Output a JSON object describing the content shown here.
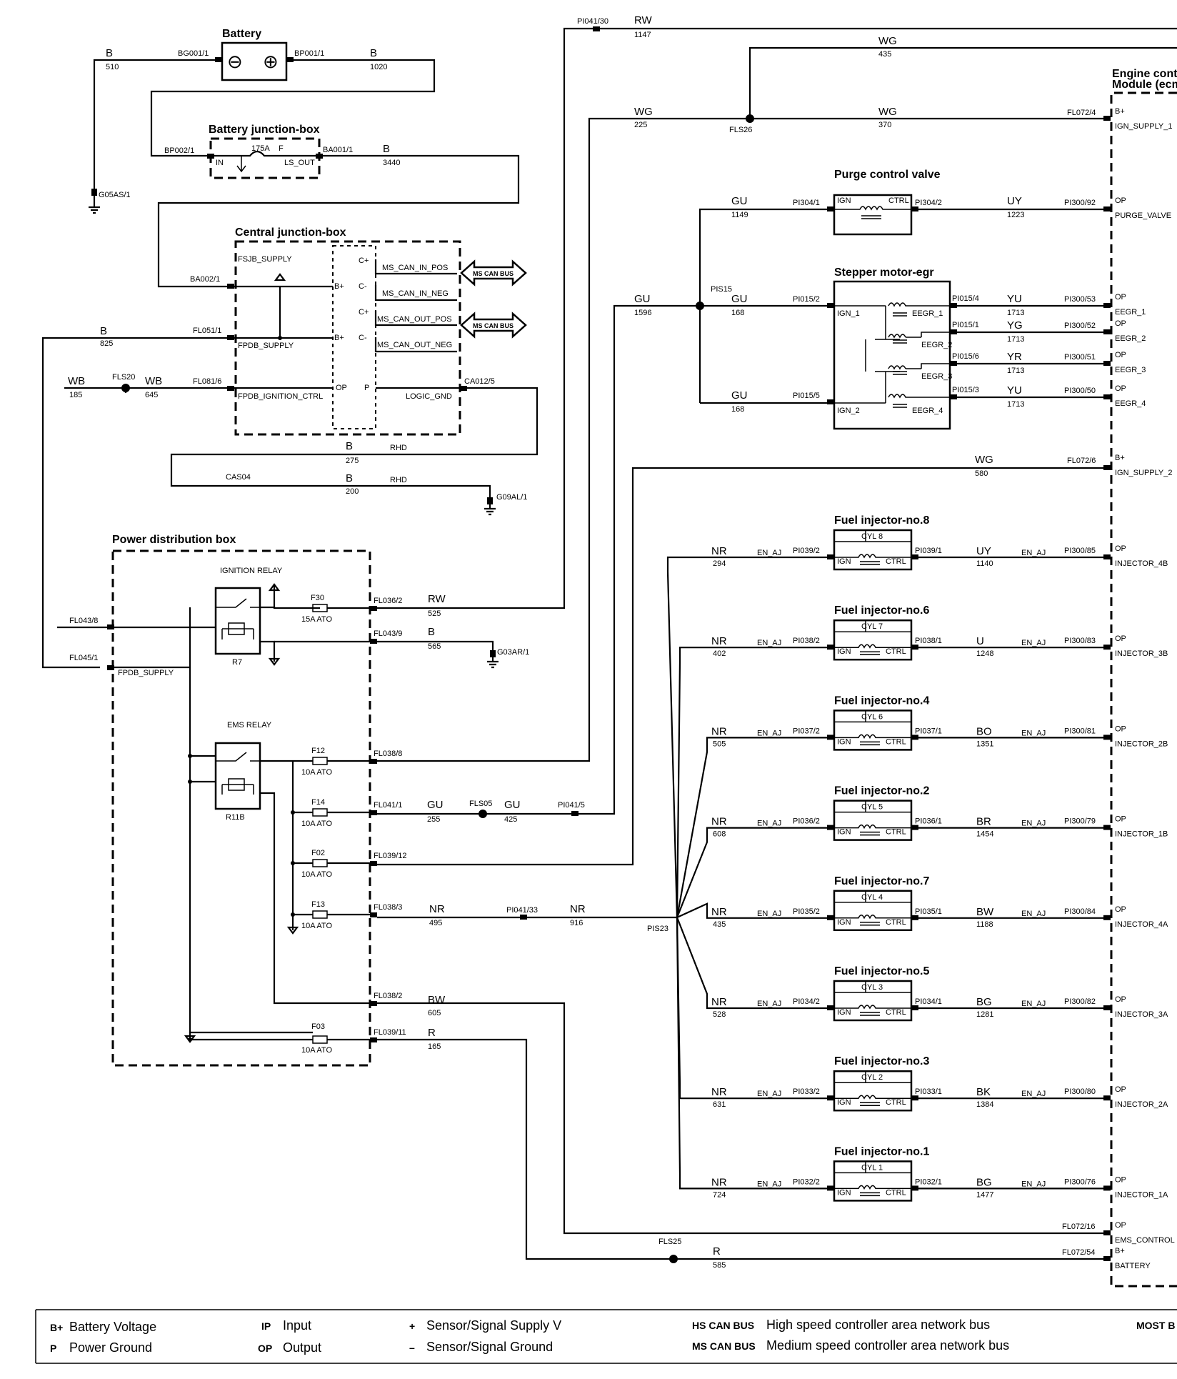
{
  "battery": {
    "title": "Battery",
    "left_color": "B",
    "left_id": "510",
    "left_conn": "BG001/1",
    "right_conn": "BP001/1",
    "right_color": "B",
    "right_id": "1020",
    "ground": "G05AS/1"
  },
  "bjb": {
    "title": "Battery junction-box",
    "in_conn": "BP002/1",
    "in_pin": "IN",
    "fuse": "175A",
    "fuse_f": "F",
    "out_pin": "LS_OUT",
    "out_conn": "BA001/1",
    "out_color": "B",
    "out_id": "3440"
  },
  "cjb": {
    "title": "Central junction-box",
    "fsjb": "FSJB_SUPPLY",
    "ba002": "BA002/1",
    "fpdb": "FPDB_SUPPLY",
    "fl051": "FL051/1",
    "b825": "B",
    "id825": "825",
    "wb": "WB",
    "id185": "185",
    "fls20": "FLS20",
    "wb645": "WB",
    "id645": "645",
    "fl081": "FL081/6",
    "ign_ctrl": "FPDB_IGNITION_CTRL",
    "op": "OP",
    "p": "P",
    "logic_gnd": "LOGIC_GND",
    "ca012": "CA012/5",
    "bplus1": "B+",
    "bplus2": "B+",
    "cplus1": "C+",
    "cminus1": "C-",
    "cplus2": "C+",
    "cminus2": "C-",
    "can_in_pos": "MS_CAN_IN_POS",
    "can_in_neg": "MS_CAN_IN_NEG",
    "can_out_pos": "MS_CAN_OUT_POS",
    "can_out_neg": "MS_CAN_OUT_NEG",
    "can_bus": "MS CAN BUS",
    "b275": "B",
    "id275": "275",
    "rhd1": "RHD",
    "cas04": "CAS04",
    "b200": "B",
    "id200": "200",
    "rhd2": "RHD",
    "ground": "G09AL/1"
  },
  "pdb": {
    "title": "Power distribution box",
    "ign_relay": "IGNITION RELAY",
    "r7": "R7",
    "ems_relay": "EMS RELAY",
    "r11b": "R11B",
    "fl043_8": "FL043/8",
    "fl045_1": "FL045/1",
    "fpdb_supply": "FPDB_SUPPLY",
    "f30": "F30",
    "f30r": "15A ATO",
    "fl036_2": "FL036/2",
    "rw": "RW",
    "id525": "525",
    "fl043_9": "FL043/9",
    "b565": "B",
    "id565": "565",
    "g03ar": "G03AR/1",
    "f12": "F12",
    "f12r": "10A ATO",
    "fl038_8": "FL038/8",
    "f14": "F14",
    "f14r": "10A ATO",
    "fl041_1": "FL041/1",
    "gu255": "GU",
    "id255": "255",
    "fls05": "FLS05",
    "gu425": "GU",
    "id425": "425",
    "pi041_5": "PI041/5",
    "f02": "F02",
    "f02r": "10A ATO",
    "fl039_12": "FL039/12",
    "f13": "F13",
    "f13r": "10A ATO",
    "fl038_3": "FL038/3",
    "nr495": "NR",
    "id495": "495",
    "pi041_33": "PI041/33",
    "nr916": "NR",
    "id916": "916",
    "pis23": "PIS23",
    "fl038_2": "FL038/2",
    "bw605": "BW",
    "id605": "605",
    "f03": "F03",
    "f03r": "10A ATO",
    "fl039_11": "FL039/11",
    "r165": "R",
    "id165": "165"
  },
  "top": {
    "pi041_30": "PI041/30",
    "rw": "RW",
    "id1147": "1147",
    "wg435": "WG",
    "id435": "435",
    "wg225": "WG",
    "id225": "225",
    "fls26": "FLS26",
    "wg370": "WG",
    "id370": "370",
    "fl072_4": "FL072/4"
  },
  "ecm": {
    "title1": "Engine cont",
    "title2": "Module (ecm",
    "bplus": "B+",
    "ign1": "IGN_SUPPLY_1",
    "op_purge": "OP",
    "purge": "PURGE_VALVE",
    "ign2": "IGN_SUPPLY_2",
    "op": "OP",
    "ems_ctrl": "EMS_CONTROL",
    "battery": "BATTERY"
  },
  "purge": {
    "title": "Purge control valve",
    "ign": "IGN",
    "ctrl": "CTRL",
    "pi304_1": "PI304/1",
    "pi304_2": "PI304/2",
    "gu": "GU",
    "id1149": "1149",
    "uy": "UY",
    "id1223": "1223",
    "pi300_92": "PI300/92"
  },
  "stepper": {
    "title": "Stepper motor-egr",
    "pis15": "PIS15",
    "gu1596": "GU",
    "id1596": "1596",
    "gu168a": "GU",
    "id168a": "168",
    "pi015_2": "PI015/2",
    "ign1": "IGN_1",
    "gu168b": "GU",
    "id168b": "168",
    "pi015_5": "PI015/5",
    "ign2": "IGN_2",
    "eegr1": "EEGR_1",
    "eegr2": "EEGR_2",
    "eegr3": "EEGR_3",
    "eegr4": "EEGR_4",
    "pins": [
      {
        "pi": "PI015/4",
        "c": "YU",
        "id": "1713",
        "ecm": "PI300/53",
        "ep": "EEGR_1"
      },
      {
        "pi": "PI015/1",
        "c": "YG",
        "id": "1713",
        "ecm": "PI300/52",
        "ep": "EEGR_2"
      },
      {
        "pi": "PI015/6",
        "c": "YR",
        "id": "1713",
        "ecm": "PI300/51",
        "ep": "EEGR_3"
      },
      {
        "pi": "PI015/3",
        "c": "YU",
        "id": "1713",
        "ecm": "PI300/50",
        "ep": "EEGR_4"
      }
    ]
  },
  "ign_supply2": {
    "wg": "WG",
    "id": "580",
    "fl072_6": "FL072/6"
  },
  "injectors": [
    {
      "title": "Fuel injector-no.8",
      "cyl": "CYL 8",
      "nr": "NR",
      "nid": "294",
      "en": "EN_AJ",
      "pin_in": "PI039/2",
      "pin_out": "PI039/1",
      "oc": "UY",
      "oid": "1140",
      "en2": "EN_AJ",
      "ecm": "PI300/85",
      "ep": "INJECTOR_4B"
    },
    {
      "title": "Fuel injector-no.6",
      "cyl": "CYL 7",
      "nr": "NR",
      "nid": "402",
      "en": "EN_AJ",
      "pin_in": "PI038/2",
      "pin_out": "PI038/1",
      "oc": "U",
      "oid": "1248",
      "en2": "EN_AJ",
      "ecm": "PI300/83",
      "ep": "INJECTOR_3B"
    },
    {
      "title": "Fuel injector-no.4",
      "cyl": "CYL 6",
      "nr": "NR",
      "nid": "505",
      "en": "EN_AJ",
      "pin_in": "PI037/2",
      "pin_out": "PI037/1",
      "oc": "BO",
      "oid": "1351",
      "en2": "EN_AJ",
      "ecm": "PI300/81",
      "ep": "INJECTOR_2B"
    },
    {
      "title": "Fuel injector-no.2",
      "cyl": "CYL 5",
      "nr": "NR",
      "nid": "608",
      "en": "EN_AJ",
      "pin_in": "PI036/2",
      "pin_out": "PI036/1",
      "oc": "BR",
      "oid": "1454",
      "en2": "EN_AJ",
      "ecm": "PI300/79",
      "ep": "INJECTOR_1B"
    },
    {
      "title": "Fuel injector-no.7",
      "cyl": "CYL 4",
      "nr": "NR",
      "nid": "435",
      "en": "EN_AJ",
      "pin_in": "PI035/2",
      "pin_out": "PI035/1",
      "oc": "BW",
      "oid": "1188",
      "en2": "EN_AJ",
      "ecm": "PI300/84",
      "ep": "INJECTOR_4A"
    },
    {
      "title": "Fuel injector-no.5",
      "cyl": "CYL 3",
      "nr": "NR",
      "nid": "528",
      "en": "EN_AJ",
      "pin_in": "PI034/2",
      "pin_out": "PI034/1",
      "oc": "BG",
      "oid": "1281",
      "en2": "EN_AJ",
      "ecm": "PI300/82",
      "ep": "INJECTOR_3A"
    },
    {
      "title": "Fuel injector-no.3",
      "cyl": "CYL 2",
      "nr": "NR",
      "nid": "631",
      "en": "EN_AJ",
      "pin_in": "PI033/2",
      "pin_out": "PI033/1",
      "oc": "BK",
      "oid": "1384",
      "en2": "EN_AJ",
      "ecm": "PI300/80",
      "ep": "INJECTOR_2A"
    },
    {
      "title": "Fuel injector-no.1",
      "cyl": "CYL 1",
      "nr": "NR",
      "nid": "724",
      "en": "EN_AJ",
      "pin_in": "PI032/2",
      "pin_out": "PI032/1",
      "oc": "BG",
      "oid": "1477",
      "en2": "EN_AJ",
      "ecm": "PI300/76",
      "ep": "INJECTOR_1A"
    }
  ],
  "inj_labels": {
    "ign": "IGN",
    "ctrl": "CTRL"
  },
  "bottom": {
    "fl072_16": "FL072/16",
    "op": "OP",
    "ems_ctrl": "EMS_CONTROL",
    "fls25": "FLS25",
    "r": "R",
    "id585": "585",
    "fl072_54": "FL072/54",
    "bplus": "B+",
    "battery": "BATTERY"
  },
  "legend": {
    "bplus_k": "B+",
    "bplus_v": "Battery Voltage",
    "p_k": "P",
    "p_v": "Power Ground",
    "ip_k": "IP",
    "ip_v": "Input",
    "op_k": "OP",
    "op_v": "Output",
    "plus_k": "+",
    "plus_v": "Sensor/Signal Supply V",
    "minus_k": "–",
    "minus_v": "Sensor/Signal Ground",
    "hs_k": "HS CAN BUS",
    "hs_v": "High speed controller area network bus",
    "ms_k": "MS CAN BUS",
    "ms_v": "Medium speed controller area network bus",
    "most_k": "MOST B"
  }
}
